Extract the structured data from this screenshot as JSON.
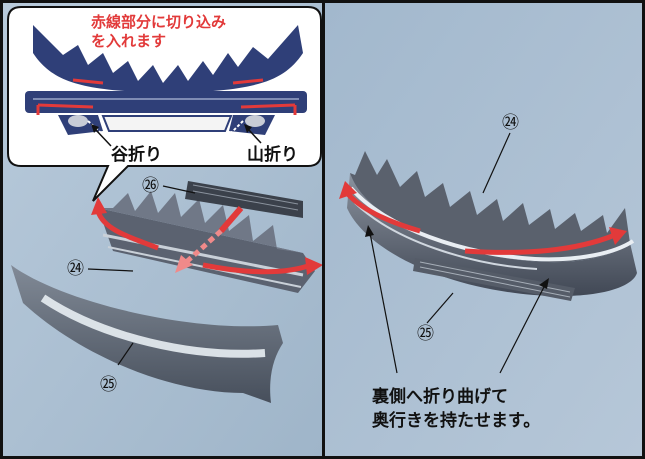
{
  "callout": {
    "instruction_line1": "赤線部分に切り込み",
    "instruction_line2": "を入れます",
    "valley_fold": "谷折り",
    "mountain_fold": "山折り"
  },
  "left_panel": {
    "part_26": "㉖",
    "part_24": "㉔",
    "part_25": "㉕"
  },
  "right_panel": {
    "part_24": "㉔",
    "part_25": "㉕",
    "note_line1": "裏側へ折り曲げて",
    "note_line2": "奥行きを持たせます。"
  },
  "colors": {
    "accent_red": "#e23a3a",
    "bumper_navy": "#2f3f78",
    "photo_bg": "#a9bfd3"
  }
}
